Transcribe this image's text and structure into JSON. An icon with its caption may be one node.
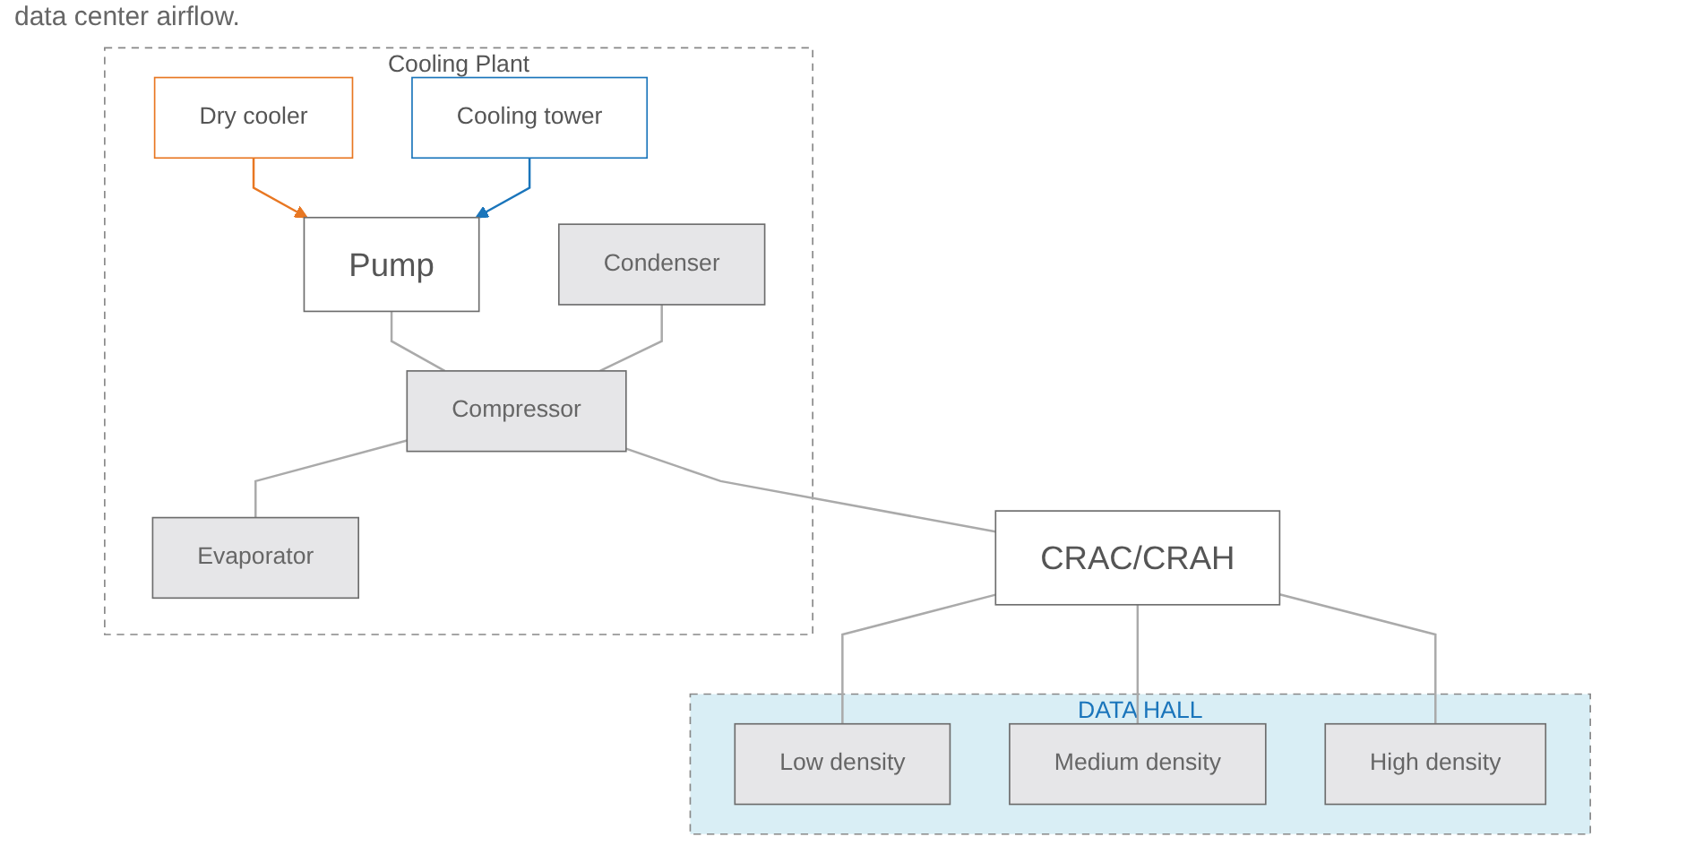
{
  "diagram": {
    "nodes": [
      {
        "text": [
          "Cooling Plant"
        ]
      },
      {
        "text": [
          "Dry cooler"
        ],
        "in": 0
      },
      {
        "text": [
          "Cooling tower"
        ],
        "in": 0
      },
      {
        "text": [
          "Pump"
        ],
        "in": 0
      },
      {
        "text": [
          "Condenser"
        ],
        "in": 0
      },
      {
        "text": [
          "Compressor"
        ],
        "in": 0
      },
      {
        "text": [
          "Evaporator"
        ],
        "in": 0
      },
      {
        "text": [
          "CRAC/CRAH"
        ]
      },
      {
        "text": [
          "DATA HALL"
        ]
      },
      {
        "text": [
          "Low density"
        ],
        "in": 8
      },
      {
        "text": [
          "Medium density"
        ],
        "in": 8
      },
      {
        "text": [
          "High density"
        ],
        "in": 8
      }
    ],
    "edges": [
      {
        "from": 1,
        "to": 3,
        "arrow": "to",
        "color": "#e87722"
      },
      {
        "from": 2,
        "to": 3,
        "arrow": "to",
        "color": "#1a75bb"
      },
      {
        "from": 3,
        "to": 5,
        "arrow": "none"
      },
      {
        "from": 4,
        "to": 5,
        "arrow": "none"
      },
      {
        "from": 5,
        "to": 6,
        "arrow": "none"
      },
      {
        "from": 5,
        "to": 7,
        "arrow": "none"
      },
      {
        "from": 7,
        "to": 9,
        "arrow": "none"
      },
      {
        "from": 7,
        "to": 10,
        "arrow": "none"
      },
      {
        "from": 7,
        "to": 11,
        "arrow": "none"
      }
    ],
    "labels": [
      "data center airflow."
    ]
  }
}
